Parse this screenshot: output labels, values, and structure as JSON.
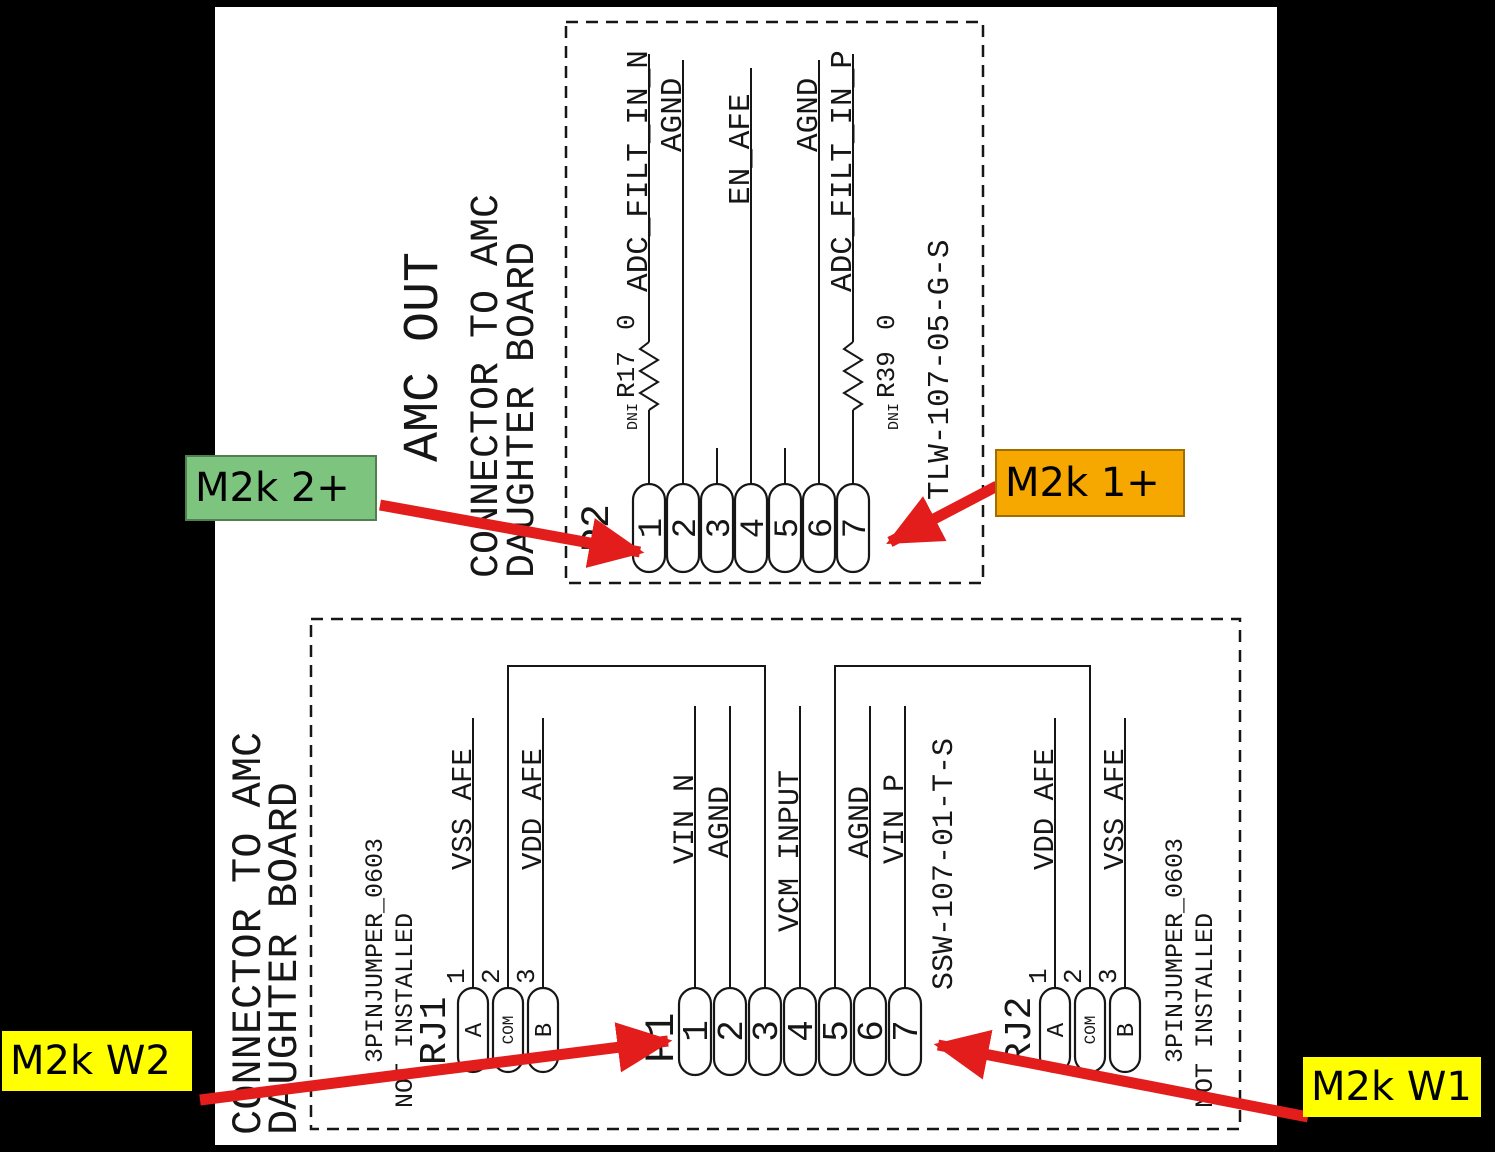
{
  "top": {
    "title": "AMC OUT",
    "caption_line1": "CONNECTOR TO AMC",
    "caption_line2": "DAUGHTER BOARD",
    "connector": {
      "refdes": "P2",
      "part_number": "TLW-107-05-G-S",
      "pins": [
        "1",
        "2",
        "3",
        "4",
        "5",
        "6",
        "7"
      ],
      "signals": {
        "pin1": "ADC_FILT_IN_N",
        "pin2": "AGND",
        "pin4": "EN_AFE",
        "pin6": "AGND",
        "pin7": "ADC_FILT_IN_P"
      }
    },
    "resistor_r17": {
      "note": "DNI",
      "refdes": "R17",
      "value": "0"
    },
    "resistor_r39": {
      "note": "DNI",
      "refdes": "R39",
      "value": "0"
    }
  },
  "bottom": {
    "caption_line1": "CONNECTOR TO AMC",
    "caption_line2": "DAUGHTER BOARD",
    "jumper_rj1": {
      "refdes": "RJ1",
      "part_label": "3PINJUMPER_0603",
      "install_note": "NOT INSTALLED",
      "pin_numbers": [
        "1",
        "2",
        "3"
      ],
      "pin_names": [
        "A",
        "COM",
        "B"
      ],
      "signal_pin1": "VSS_AFE",
      "signal_pin3": "VDD_AFE"
    },
    "connector_p1": {
      "refdes": "P1",
      "part_number": "SSW-107-01-T-S",
      "pins": [
        "1",
        "2",
        "3",
        "4",
        "5",
        "6",
        "7"
      ],
      "signals": {
        "pin1": "VIN_N",
        "pin2": "AGND",
        "pin4": "VCM_INPUT",
        "pin6": "AGND",
        "pin7": "VIN_P"
      }
    },
    "jumper_rj2": {
      "refdes": "RJ2",
      "part_label": "3PINJUMPER_0603",
      "install_note": "NOT INSTALLED",
      "pin_numbers": [
        "1",
        "2",
        "3"
      ],
      "pin_names": [
        "A",
        "COM",
        "B"
      ],
      "signal_pin1": "VDD_AFE",
      "signal_pin3": "VSS_AFE"
    }
  },
  "callouts": {
    "arrow_color": "#e31c1c",
    "m2k_2plus": {
      "label": "M2k 2+",
      "fill": "#7dc47e"
    },
    "m2k_1plus": {
      "label": "M2k 1+",
      "fill": "#f6a800"
    },
    "m2k_w2": {
      "label": "M2k W2",
      "fill": "#ffff00"
    },
    "m2k_w1": {
      "label": "M2k W1",
      "fill": "#ffff00"
    }
  }
}
